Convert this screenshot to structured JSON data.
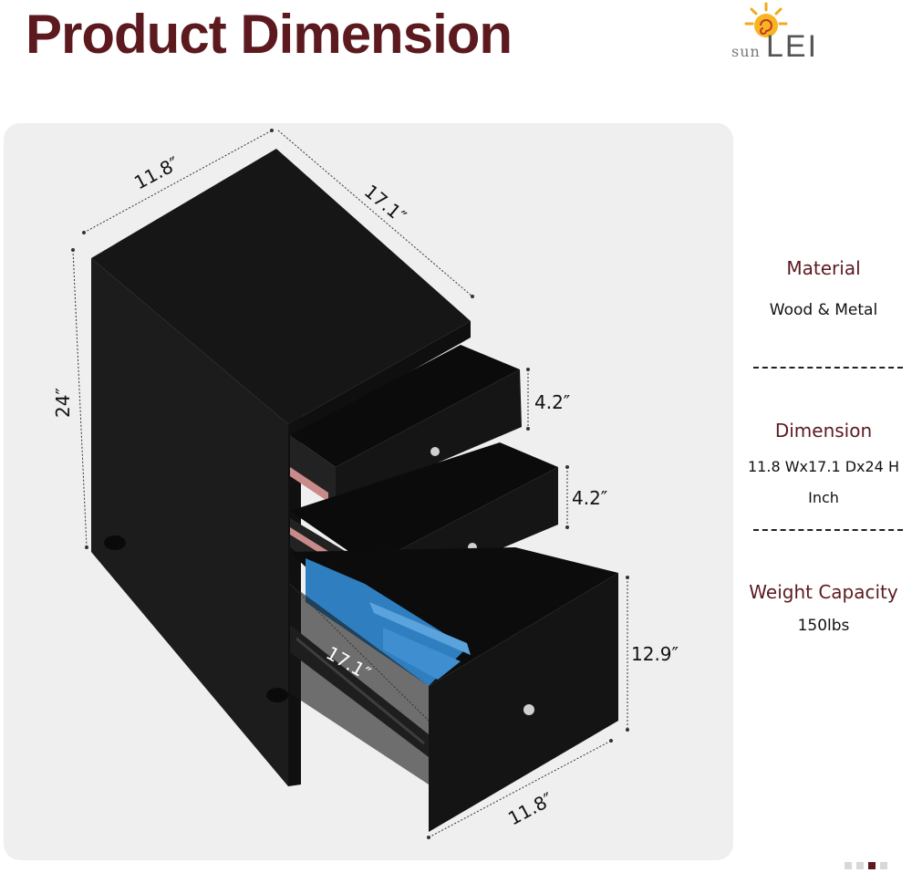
{
  "header": {
    "title": "Product Dimension",
    "brand": "SUNLEI"
  },
  "dimensions_labels": {
    "top_width": "11.8″",
    "top_depth": "17.1″",
    "height": "24″",
    "drawer1_height": "4.2″",
    "drawer2_height": "4.2″",
    "drawer3_height": "12.9″",
    "drawer3_depth": "17.1″",
    "bottom_width": "11.8″"
  },
  "specs": {
    "material_label": "Material",
    "material_value": "Wood & Metal",
    "dimension_label": "Dimension",
    "dimension_value_line1": "11.8 Wx17.1 Dx24 H",
    "dimension_value_line2": "Inch",
    "weight_label": "Weight Capacity",
    "weight_value": "150lbs"
  },
  "colors": {
    "accent": "#5c1a1f",
    "cabinet": "#141414",
    "panel_bg": "#efefef",
    "folder_blue": "#2f7fc0"
  },
  "carousel": {
    "count": 4,
    "active_index": 2
  }
}
